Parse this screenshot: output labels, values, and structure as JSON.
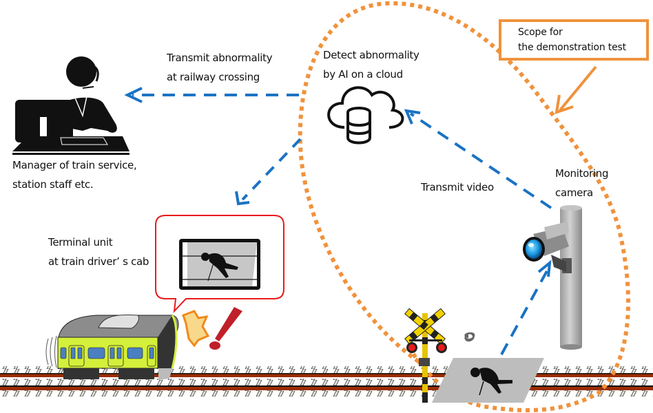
{
  "labels": {
    "manager": [
      "Manager of train service,",
      "station staff etc."
    ],
    "transmit_abnormality": [
      "Transmit abnormality",
      "at railway crossing"
    ],
    "detect_abnormality": [
      "Detect abnormality",
      "by AI on a cloud"
    ],
    "scope": [
      "Scope for",
      "the demonstration test"
    ],
    "monitoring_camera": [
      "Monitoring",
      "camera"
    ],
    "transmit_video": "Transmit video",
    "terminal_unit": [
      "Terminal unit",
      "at train driver’ s cab"
    ]
  },
  "icons": {
    "operator": "operator-at-desk-icon",
    "cloud": "cloud-database-icon",
    "camera": "surveillance-camera-icon",
    "train": "train-icon",
    "crossing": "railway-crossing-signal-icon",
    "fallen_person": "fallen-person-icon",
    "alert": "exclamation-icon",
    "tablet": "terminal-screen-icon"
  },
  "colors": {
    "flow_arrow": "#1a73c4",
    "scope_outline": "#f0923c",
    "callout_border": "#e8191b",
    "train_body": "#d4f03a",
    "rail": "#9b2d00"
  }
}
